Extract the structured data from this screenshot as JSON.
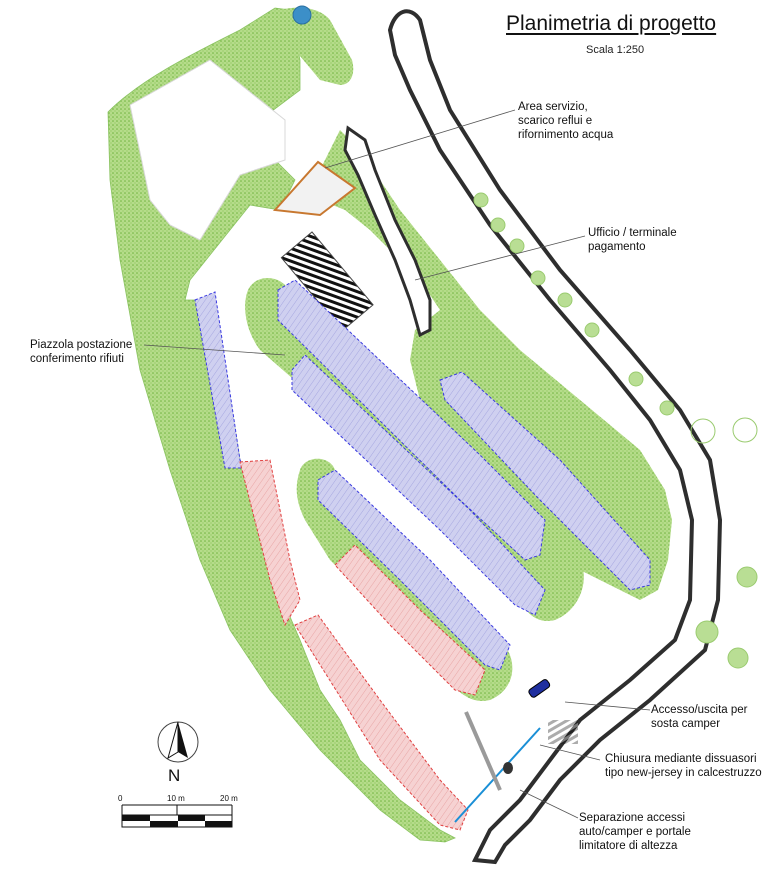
{
  "header": {
    "title": "Planimetria di progetto",
    "scale": "Scala 1:250"
  },
  "labels": {
    "service_area": "Area servizio,\nscarico reflui e\nrifornimento acqua",
    "office": "Ufficio / terminale\npagamento",
    "waste_point": "Piazzola postazione\nconferimento rifiuti",
    "access": "Accesso/uscita per\nsosta camper",
    "closure": "Chiusura mediante dissuasori\ntipo new-jersey in calcestruzzo",
    "separation": "Separazione accessi\nauto/camper e portale\nlimitatore di altezza"
  },
  "compass": {
    "north_label": "N"
  },
  "scalebar": {
    "ticks": [
      "0",
      "10 m",
      "20 m"
    ]
  },
  "colors": {
    "vegetation": "#a9d67e",
    "vegetation_dark": "#7dbf4a",
    "car_parking": "#c8c8ec",
    "car_parking_border": "#3a3ae0",
    "camper_parking": "#f4c6c6",
    "camper_parking_border": "#e04040",
    "road": "#2e2e2e",
    "service_building": "#c87830",
    "barrier": "#1a8fd6"
  }
}
